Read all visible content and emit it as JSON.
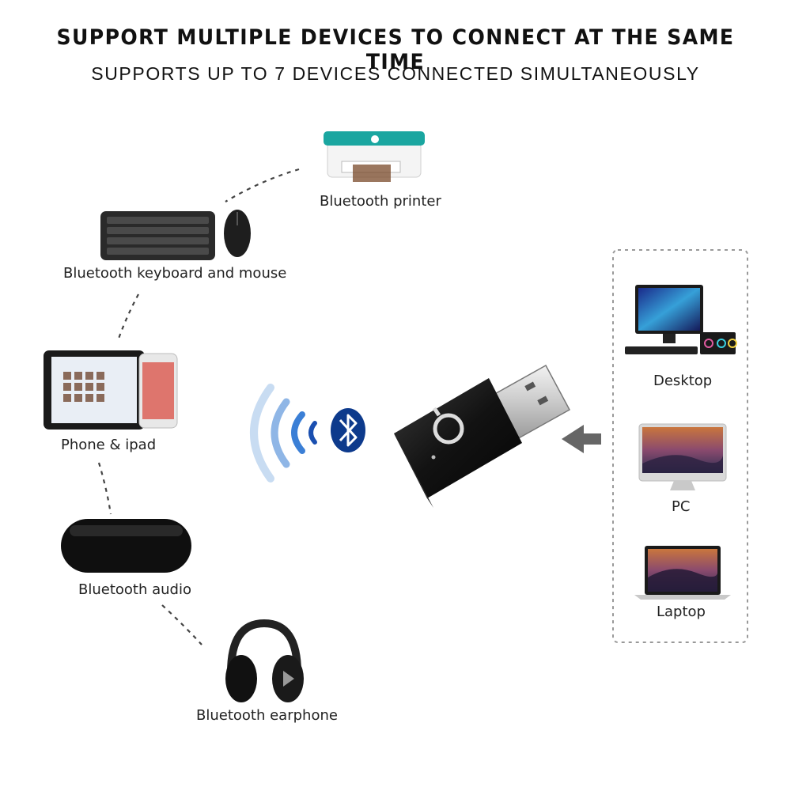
{
  "header": {
    "headline": "SUPPORT MULTIPLE DEVICES TO CONNECT AT THE SAME TIME",
    "subline": "SUPPORTS UP TO 7 DEVICES CONNECTED SIMULTANEOUSLY"
  },
  "devices": {
    "printer": "Bluetooth printer",
    "keyboard_mouse": "Bluetooth keyboard and mouse",
    "phone_ipad": "Phone & ipad",
    "audio": "Bluetooth audio",
    "earphone": "Bluetooth earphone"
  },
  "hosts": {
    "desktop": "Desktop",
    "pc": "PC",
    "laptop": "Laptop"
  },
  "colors": {
    "bluetooth_badge": "#0d3a8c",
    "wave_blue": "#3b7fd6",
    "printer_accent": "#1aa6a0",
    "dongle_body": "#111111"
  },
  "icons": {
    "bluetooth": "bluetooth-icon",
    "arrow": "arrow-left-icon"
  }
}
